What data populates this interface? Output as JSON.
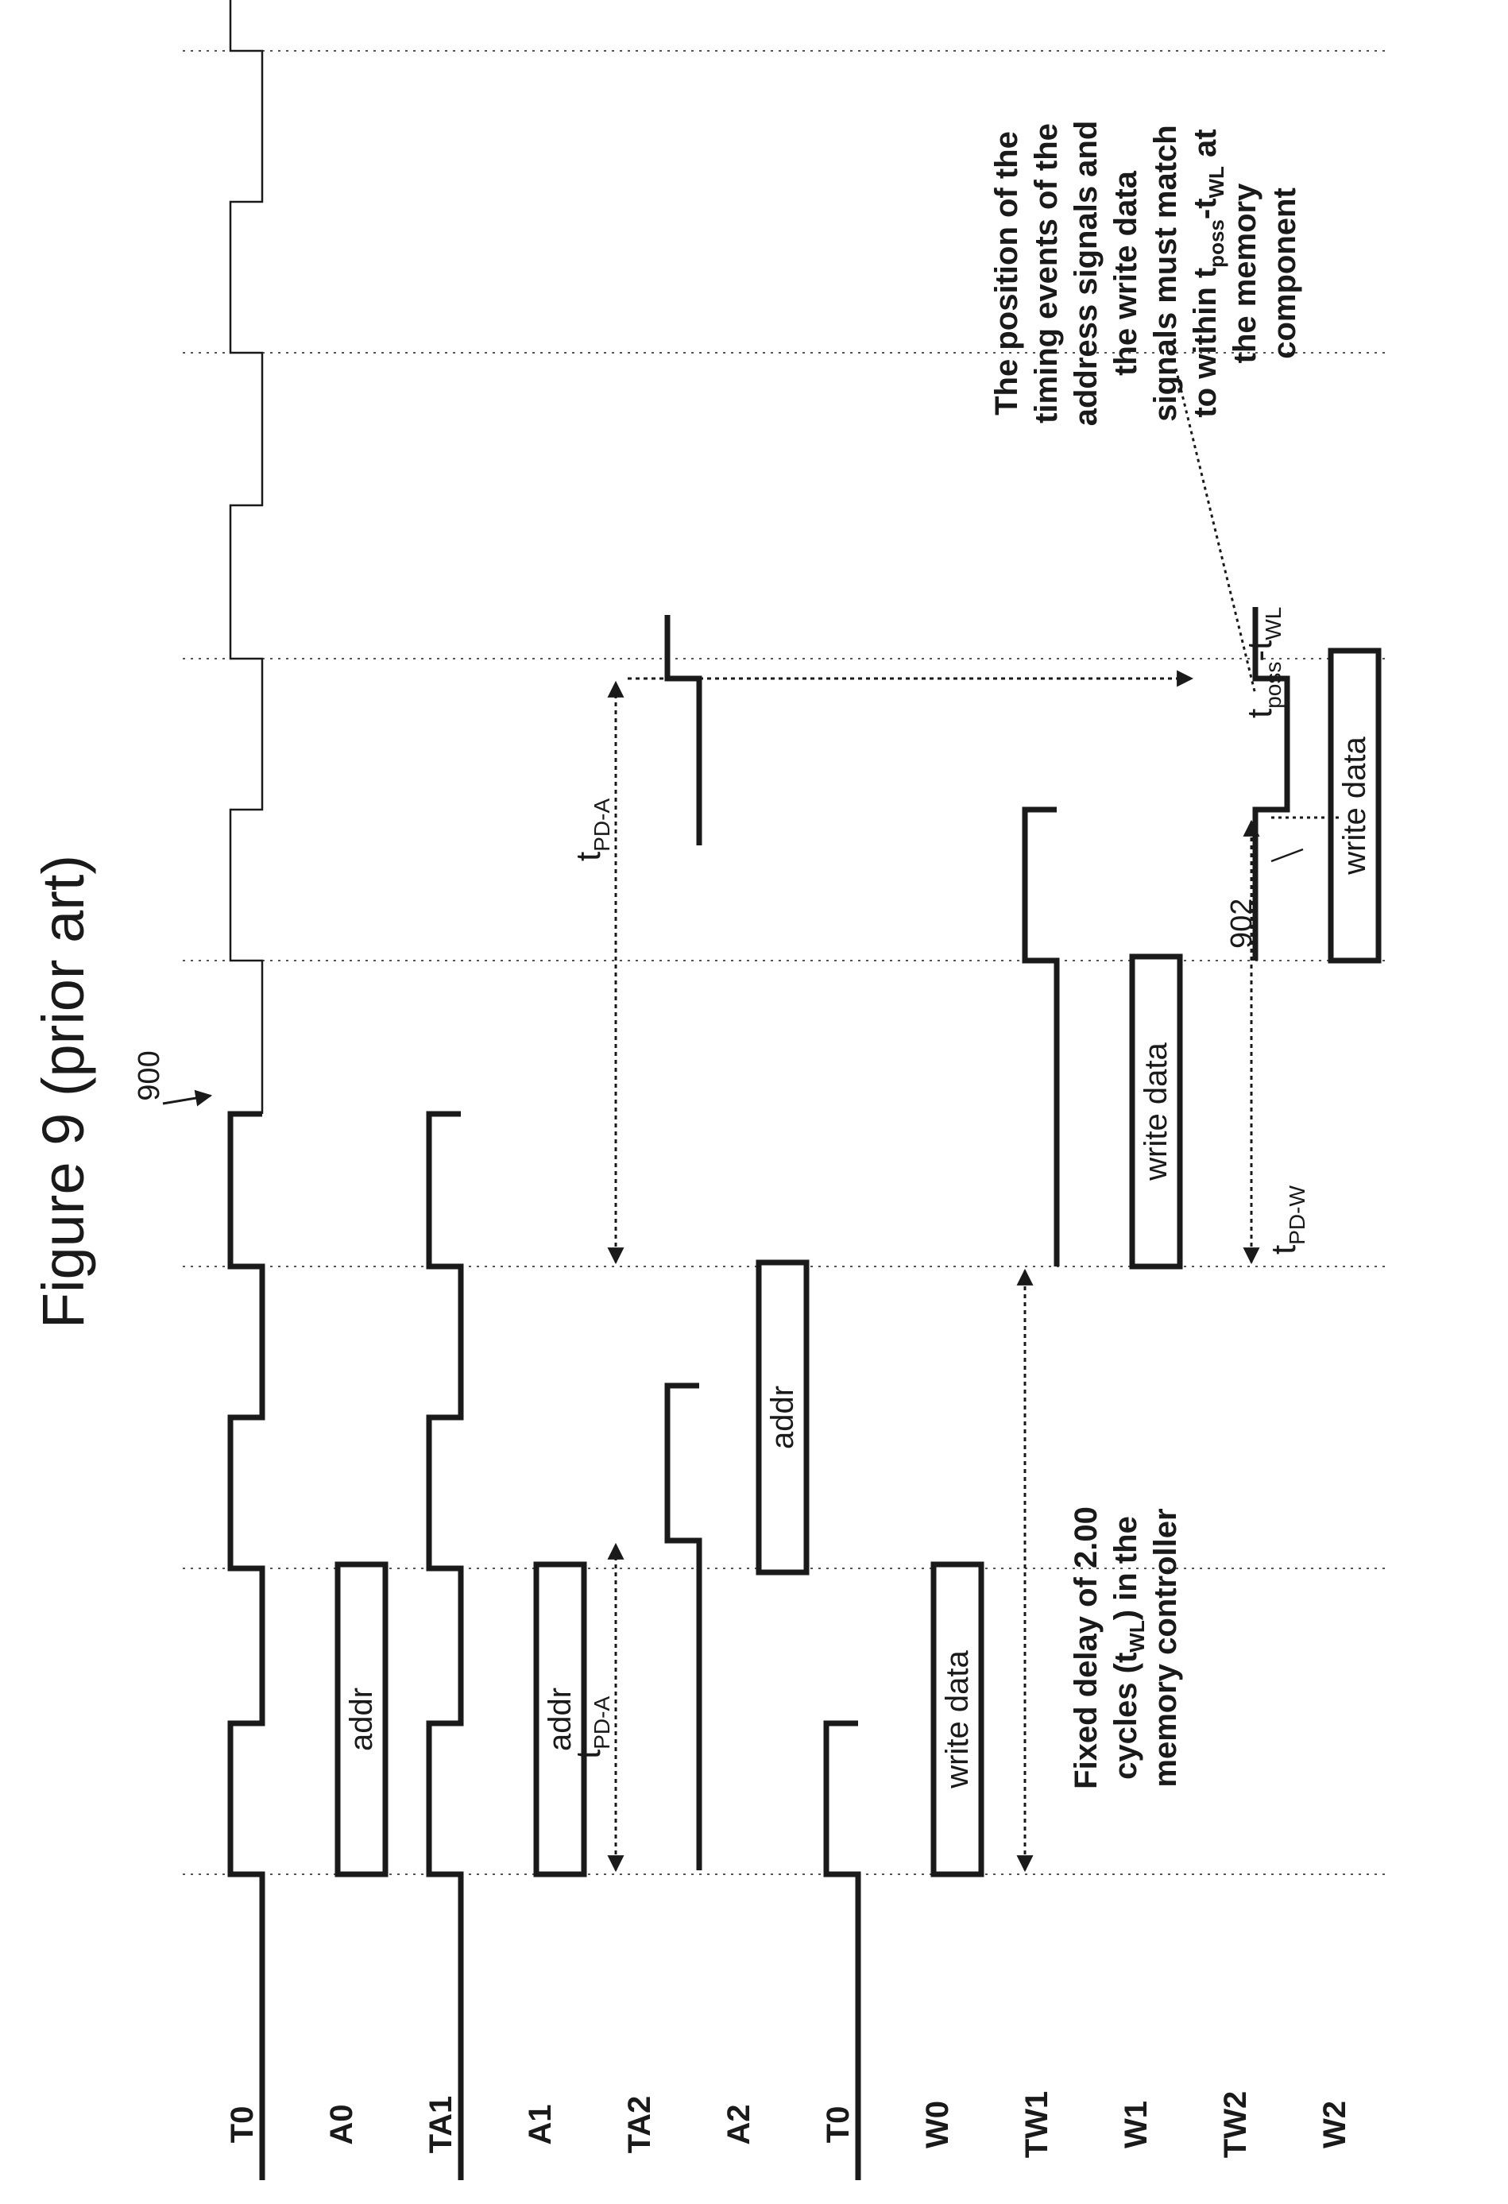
{
  "figure": {
    "title": "Figure 9 (prior art)",
    "ref_numeral": "900",
    "callout_numeral": "902"
  },
  "signal_labels": [
    "T0",
    "A0",
    "TA1",
    "A1",
    "TA2",
    "A2",
    "T0",
    "W0",
    "TW1",
    "W1",
    "TW2",
    "W2"
  ],
  "box_labels": {
    "addr": "addr",
    "write_data": "write data"
  },
  "timing_labels": {
    "t_pd_a": {
      "main": "t",
      "sub": "PD-A"
    },
    "t_pd_w": {
      "main": "t",
      "sub": "PD-W"
    },
    "t_poss_twl": {
      "t1": "t",
      "s1": "poss",
      "mid": "-t",
      "s2": "WL"
    }
  },
  "annotations": {
    "fixed_delay": [
      "Fixed delay of 2.00",
      "cycles (t",
      "WL",
      ") in the",
      "memory controller"
    ],
    "position_note": [
      "The position of the",
      "timing events of the",
      "address signals and",
      "the write data",
      "signals must match",
      "to within t",
      "poss",
      "-t",
      "WL",
      " at",
      "the memory",
      "component"
    ]
  }
}
